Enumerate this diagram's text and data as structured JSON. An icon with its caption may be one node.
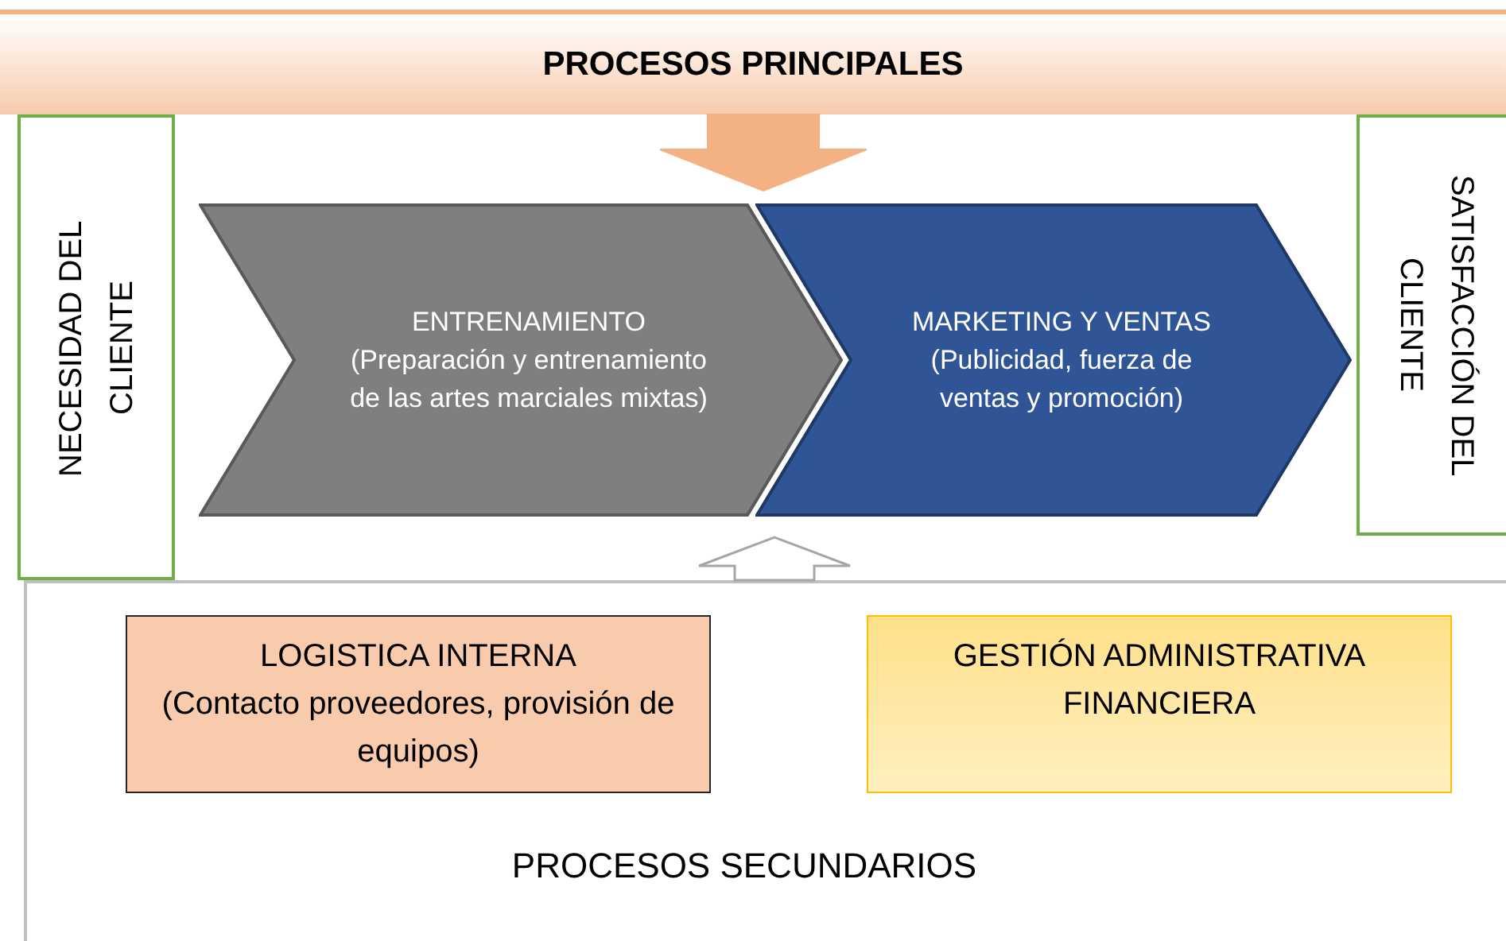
{
  "diagram": {
    "nodes": [
      {
        "text": [
          "PROCESOS PRINCIPALES"
        ]
      },
      {
        "text": [
          "NECESIDAD DEL CLIENTE"
        ]
      },
      {
        "text": [
          "ENTRENAMIENTO",
          "(Preparación y entrenamiento de las artes marciales mixtas)"
        ]
      },
      {
        "text": [
          "MARKETING Y VENTAS (Publicidad, fuerza de ventas y promoción)"
        ]
      },
      {
        "text": [
          "SATISFACCIÓN DEL CLIENTE"
        ]
      },
      {
        "text": [
          "PROCESOS SECUNDARIOS"
        ]
      },
      {
        "text": [
          "LOGISTICA INTERNA",
          "(Contacto proveedores, provisión de equipos)"
        ],
        "in": 5
      },
      {
        "text": [
          "GESTIÓN ADMINISTRATIVA FINANCIERA"
        ],
        "in": 5
      }
    ],
    "edges": [
      {
        "from": 0,
        "to": null,
        "arrow": "to",
        "color": "#f4b183"
      },
      {
        "from": 5,
        "to": null,
        "arrow": "to",
        "color": "#a6a6a6"
      }
    ]
  }
}
